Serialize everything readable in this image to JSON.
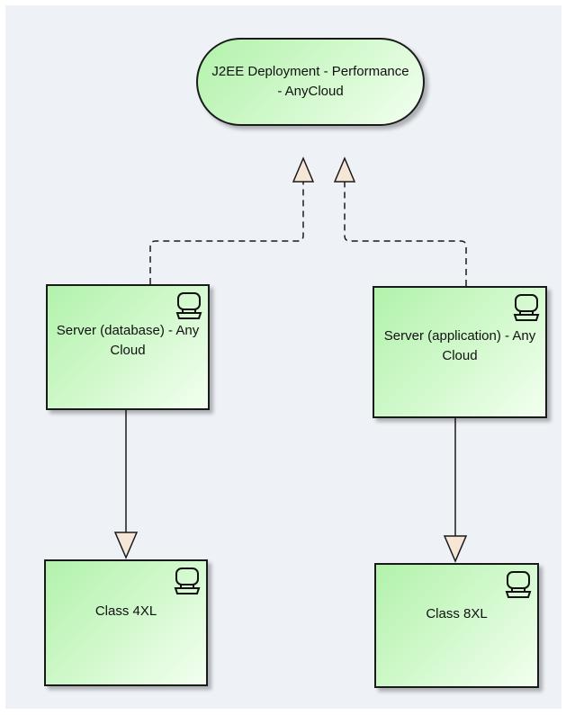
{
  "diagram": {
    "root": {
      "label": "J2EE Deployment - Performance - AnyCloud"
    },
    "nodes": [
      {
        "label": "Server (database) - Any Cloud",
        "icon": "computer-icon"
      },
      {
        "label": "Server (application) - Any Cloud",
        "icon": "computer-icon"
      },
      {
        "label": "Class 4XL",
        "icon": "computer-icon"
      },
      {
        "label": "Class 8XL",
        "icon": "computer-icon"
      }
    ],
    "connectors": [
      {
        "from": "Server (database) - Any Cloud",
        "to": "J2EE Deployment - Performance - AnyCloud",
        "style": "dashed",
        "arrow": "hollow-triangle"
      },
      {
        "from": "Server (application) - Any Cloud",
        "to": "J2EE Deployment - Performance - AnyCloud",
        "style": "dashed",
        "arrow": "hollow-triangle"
      },
      {
        "from": "Server (database) - Any Cloud",
        "to": "Class 4XL",
        "style": "solid",
        "arrow": "hollow-triangle"
      },
      {
        "from": "Server (application) - Any Cloud",
        "to": "Class 8XL",
        "style": "solid",
        "arrow": "hollow-triangle"
      }
    ],
    "colors": {
      "node_fill": "#c4f5be",
      "arrowhead_fill": "#f6e6d6",
      "stroke": "#1a1a1a"
    }
  }
}
